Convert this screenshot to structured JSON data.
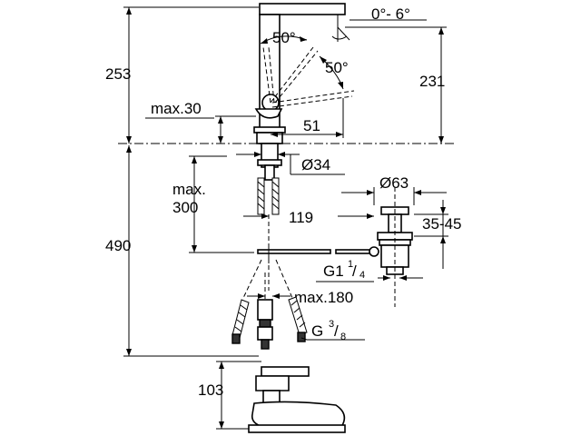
{
  "dimensions": {
    "total_height": "253",
    "spout_height": "231",
    "tilt": "0°- 6°",
    "swivel_angle_upper": "50°",
    "swivel_angle_lower": "50°",
    "max_30": "max.30",
    "reach": "51",
    "hole_diameter": "Ø34",
    "max_300_line1": "max.",
    "max_300_line2": "300",
    "hose_offset": "119",
    "below_counter": "490",
    "drain_diameter": "Ø63",
    "drain_range": "35-45",
    "drain_thread_main": "G1",
    "drain_thread_num": "1",
    "drain_thread_den": "4",
    "max_180": "max.180",
    "hose_thread_main": "G",
    "hose_thread_num": "3",
    "hose_thread_den": "8",
    "lever_height": "103"
  }
}
